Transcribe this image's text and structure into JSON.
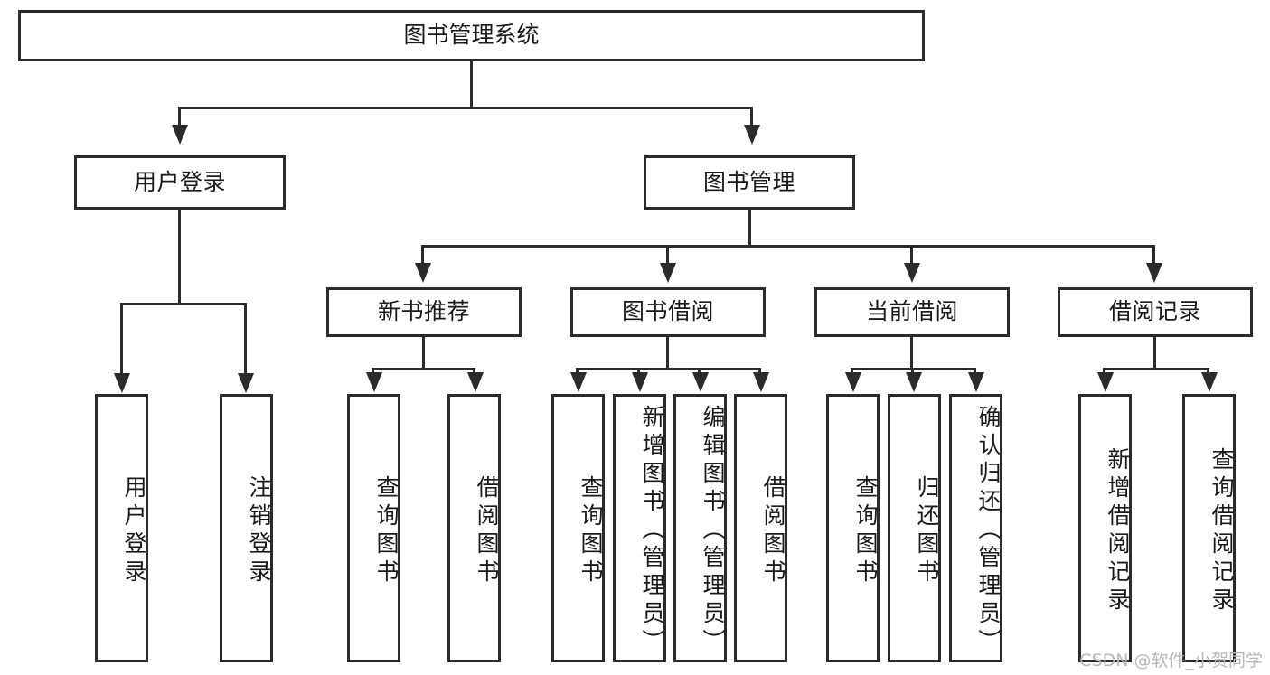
{
  "diagram": {
    "title": "图书管理系统",
    "watermark": "CSDN @软件_小贺同学",
    "root": {
      "label": "图书管理系统"
    },
    "level2": [
      {
        "label": "用户登录"
      },
      {
        "label": "图书管理"
      }
    ],
    "level3": [
      {
        "label": "新书推荐"
      },
      {
        "label": "图书借阅"
      },
      {
        "label": "当前借阅"
      },
      {
        "label": "借阅记录"
      }
    ],
    "leaves": {
      "user_login": [
        {
          "label": "用户登录"
        },
        {
          "label": "注销登录"
        }
      ],
      "new_book": [
        {
          "label": "查询图书"
        },
        {
          "label": "借阅图书"
        }
      ],
      "book_borrow": [
        {
          "label": "查询图书"
        },
        {
          "label": "新增图书（管理员）"
        },
        {
          "label": "编辑图书（管理员）"
        },
        {
          "label": "借阅图书"
        }
      ],
      "current_borrow": [
        {
          "label": "查询图书"
        },
        {
          "label": "归还图书"
        },
        {
          "label": "确认归还（管理员）"
        }
      ],
      "borrow_record": [
        {
          "label": "新增借阅记录"
        },
        {
          "label": "查询借阅记录"
        }
      ]
    },
    "colors": {
      "stroke": "#2b2b2b",
      "background": "#ffffff",
      "text": "#1a1a1a",
      "watermark": "#b9b9b9"
    }
  }
}
